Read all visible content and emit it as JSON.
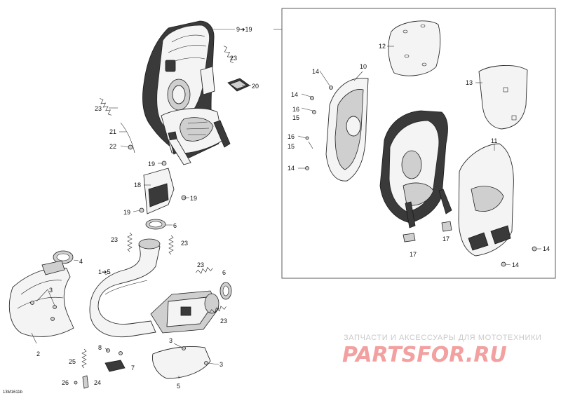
{
  "diagram_code": "13M1611b",
  "watermark": {
    "line1": "ЗАПЧАСТИ И АКСЕССУАРЫ ДЛЯ МОТОТЕХНИКИ",
    "line2": "PARTSFOR.RU"
  },
  "callouts": [
    {
      "id": "c1",
      "text": "9➔19"
    },
    {
      "id": "c2",
      "text": "23"
    },
    {
      "id": "c3",
      "text": "20"
    },
    {
      "id": "c4",
      "text": "23"
    },
    {
      "id": "c5",
      "text": "21"
    },
    {
      "id": "c6",
      "text": "22"
    },
    {
      "id": "c7",
      "text": "19"
    },
    {
      "id": "c8",
      "text": "18"
    },
    {
      "id": "c9",
      "text": "19"
    },
    {
      "id": "c10",
      "text": "19"
    },
    {
      "id": "c11",
      "text": "6"
    },
    {
      "id": "c12",
      "text": "23"
    },
    {
      "id": "c13",
      "text": "23"
    },
    {
      "id": "c14",
      "text": "4"
    },
    {
      "id": "c15",
      "text": "1➔5"
    },
    {
      "id": "c16",
      "text": "3"
    },
    {
      "id": "c17",
      "text": "23"
    },
    {
      "id": "c18",
      "text": "6"
    },
    {
      "id": "c19",
      "text": "23"
    },
    {
      "id": "c20",
      "text": "2"
    },
    {
      "id": "c21",
      "text": "8"
    },
    {
      "id": "c22",
      "text": "3"
    },
    {
      "id": "c23",
      "text": "7"
    },
    {
      "id": "c24",
      "text": "3"
    },
    {
      "id": "c25",
      "text": "25"
    },
    {
      "id": "c26",
      "text": "26"
    },
    {
      "id": "c27",
      "text": "24"
    },
    {
      "id": "c28",
      "text": "5"
    },
    {
      "id": "c29",
      "text": "12"
    },
    {
      "id": "c30",
      "text": "13"
    },
    {
      "id": "c31",
      "text": "10"
    },
    {
      "id": "c32",
      "text": "14"
    },
    {
      "id": "c33",
      "text": "14"
    },
    {
      "id": "c34",
      "text": "16"
    },
    {
      "id": "c35",
      "text": "15"
    },
    {
      "id": "c36",
      "text": "16"
    },
    {
      "id": "c37",
      "text": "15"
    },
    {
      "id": "c38",
      "text": "14"
    },
    {
      "id": "c39",
      "text": "11"
    },
    {
      "id": "c40",
      "text": "17"
    },
    {
      "id": "c41",
      "text": "17"
    },
    {
      "id": "c42",
      "text": "14"
    },
    {
      "id": "c43",
      "text": "14"
    }
  ]
}
